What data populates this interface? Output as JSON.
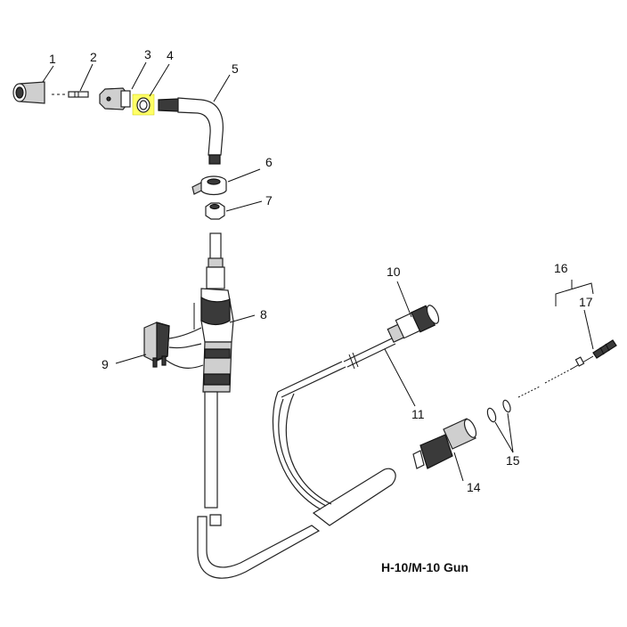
{
  "caption": "H-10/M-10 Gun",
  "highlight_color": "#ffff66",
  "callouts": [
    {
      "id": "1",
      "label": "1"
    },
    {
      "id": "2",
      "label": "2"
    },
    {
      "id": "3",
      "label": "3"
    },
    {
      "id": "4",
      "label": "4"
    },
    {
      "id": "5",
      "label": "5"
    },
    {
      "id": "6",
      "label": "6"
    },
    {
      "id": "7",
      "label": "7"
    },
    {
      "id": "8",
      "label": "8"
    },
    {
      "id": "9",
      "label": "9"
    },
    {
      "id": "10",
      "label": "10"
    },
    {
      "id": "11",
      "label": "11"
    },
    {
      "id": "14",
      "label": "14"
    },
    {
      "id": "15",
      "label": "15"
    },
    {
      "id": "16",
      "label": "16"
    },
    {
      "id": "17",
      "label": "17"
    }
  ]
}
